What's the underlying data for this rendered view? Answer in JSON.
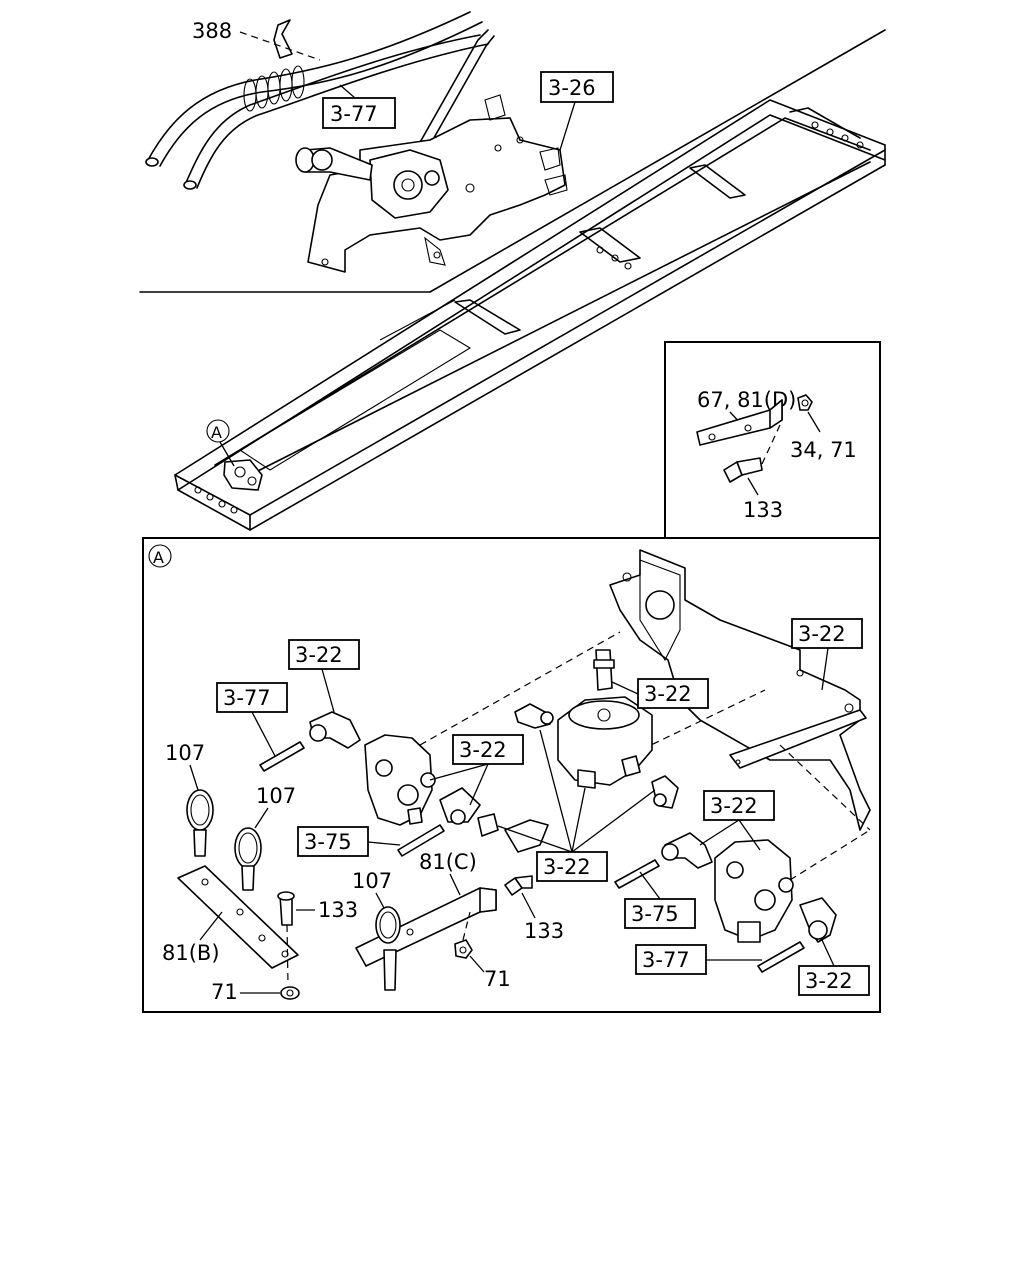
{
  "detail_marker": "A",
  "top_view": {
    "callouts": {
      "c388": "388",
      "c377": "3-77",
      "c326": "3-26"
    }
  },
  "inset": {
    "c6781": "67, 81(D)",
    "c3471": "34, 71",
    "c133": "133"
  },
  "detail": {
    "marker": "A",
    "callouts": {
      "c322_a": "3-22",
      "c377_a": "3-77",
      "c107_a": "107",
      "c107_b": "107",
      "c375_a": "3-75",
      "c133_a": "133",
      "c81b": "81(B)",
      "c71_a": "71",
      "c107_c": "107",
      "c81c": "81(C)",
      "c133_b": "133",
      "c71_b": "71",
      "c322_b": "3-22",
      "c322_c": "3-22",
      "c322_d": "3-22",
      "c322_e": "3-22",
      "c322_f": "3-22",
      "c375_b": "3-75",
      "c377_b": "3-77",
      "c322_g": "3-22"
    }
  }
}
